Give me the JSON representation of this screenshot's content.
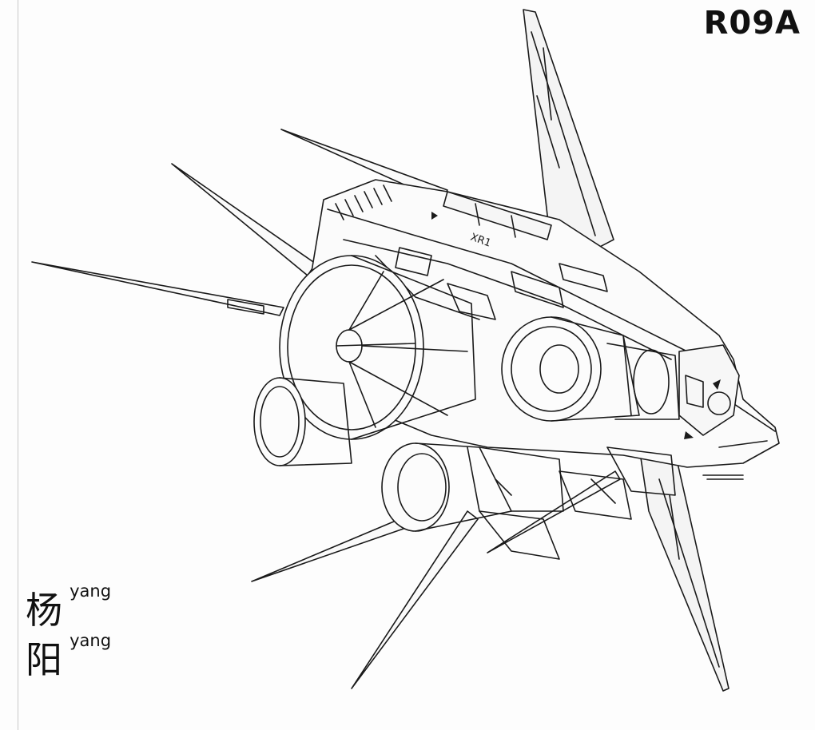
{
  "title": "R09A",
  "signature": [
    {
      "char": "杨",
      "pinyin": "yang"
    },
    {
      "char": "阳",
      "pinyin": "yang"
    }
  ],
  "hull_markings": [
    "XR1"
  ],
  "colors": {
    "ink": "#111111",
    "paper": "#fdfdfd",
    "margin_line": "#c9c9c9"
  }
}
